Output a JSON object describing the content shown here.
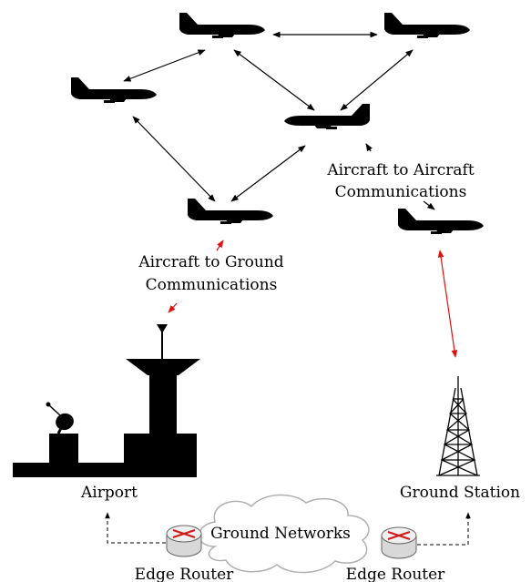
{
  "labels": {
    "a2a_line1": "Aircraft to Aircraft",
    "a2a_line2": "Communications",
    "a2g_line1": "Aircraft to Ground",
    "a2g_line2": "Communications",
    "airport": "Airport",
    "ground_station": "Ground Station",
    "ground_networks": "Ground Networks",
    "edge_router_left": "Edge Router",
    "edge_router_right": "Edge Router"
  },
  "colors": {
    "link_air": "#000000",
    "link_ground": "#e01010",
    "router_arrow": "#d01818",
    "cloud_stroke": "#b0b0b0"
  },
  "icons": [
    "aircraft-icon",
    "airport-tower-icon",
    "radar-dish-icon",
    "ground-station-tower-icon",
    "router-icon",
    "cloud-icon"
  ]
}
